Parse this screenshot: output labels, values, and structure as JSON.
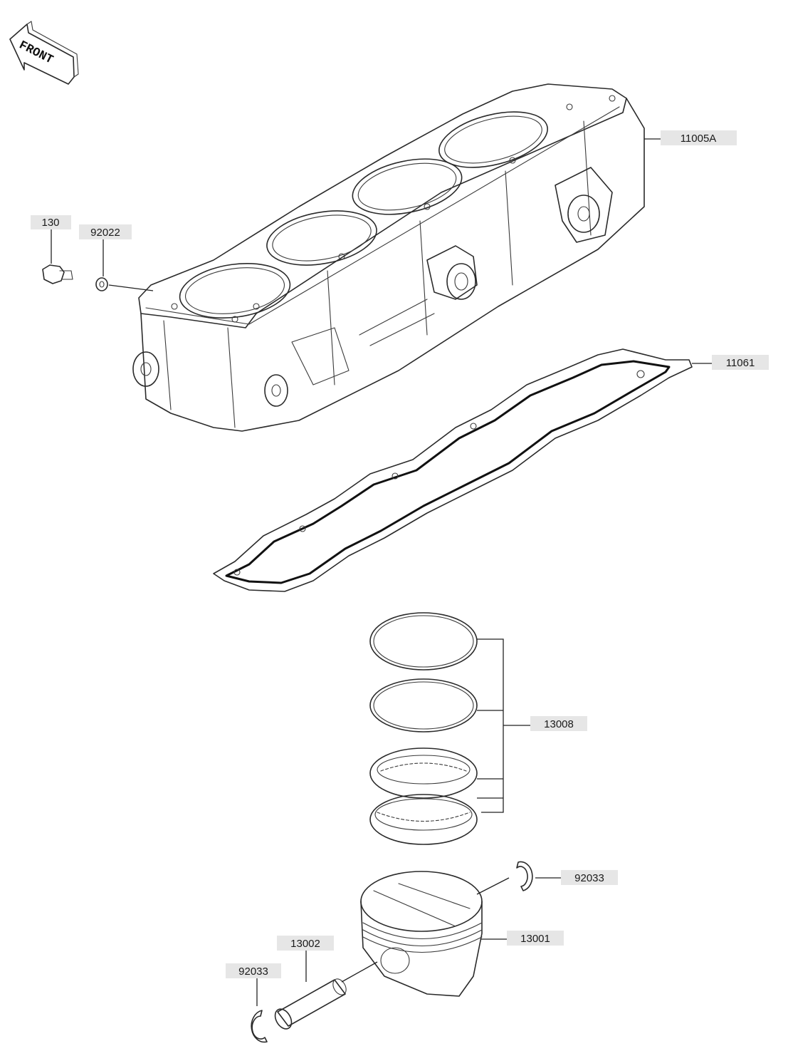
{
  "front_badge": {
    "text": "FRONT"
  },
  "labels": {
    "cylinder": "11005A",
    "gasket": "11061",
    "bolt": "130",
    "washer": "92022",
    "rings": "13008",
    "circlip_right": "92033",
    "piston": "13001",
    "pin": "13002",
    "circlip_left": "92033"
  }
}
